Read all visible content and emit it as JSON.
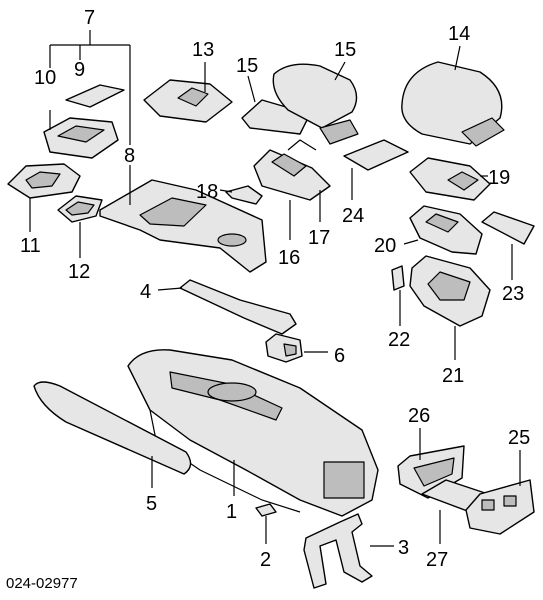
{
  "labels": {
    "p1": "1",
    "p2": "2",
    "p3": "3",
    "p4": "4",
    "p5": "5",
    "p6": "6",
    "p7": "7",
    "p8": "8",
    "p9": "9",
    "p10": "10",
    "p11": "11",
    "p12": "12",
    "p13": "13",
    "p14": "14",
    "p15a": "15",
    "p15b": "15",
    "p16": "16",
    "p17": "17",
    "p18": "18",
    "p19": "19",
    "p20": "20",
    "p21": "21",
    "p22": "22",
    "p23": "23",
    "p24": "24",
    "p25": "25",
    "p26": "26",
    "p27": "27"
  },
  "diagram_code": "024-02977"
}
